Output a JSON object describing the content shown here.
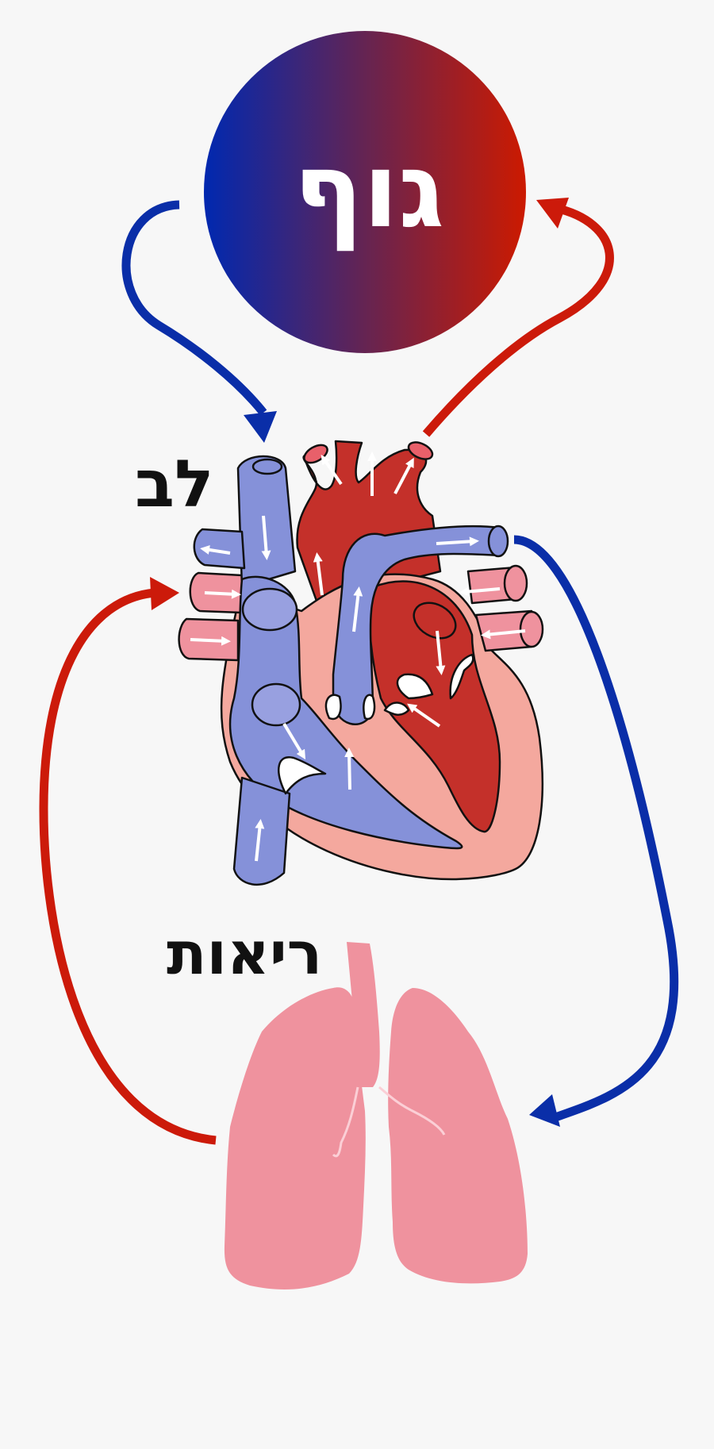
{
  "labels": {
    "body": "גוף",
    "heart": "לב",
    "lungs": "ריאות"
  },
  "colors": {
    "background": "#f7f7f7",
    "deoxygenated": "#0a2ea8",
    "oxygenated": "#cc1a0a",
    "venous_chambers": "#8591d9",
    "arterial_chambers": "#c4302a",
    "heart_wall": "#f4a89e",
    "lungs": "#ef929e"
  },
  "icons": [
    "arrow-icon",
    "heart-illustration",
    "lungs-illustration",
    "body-circle"
  ]
}
